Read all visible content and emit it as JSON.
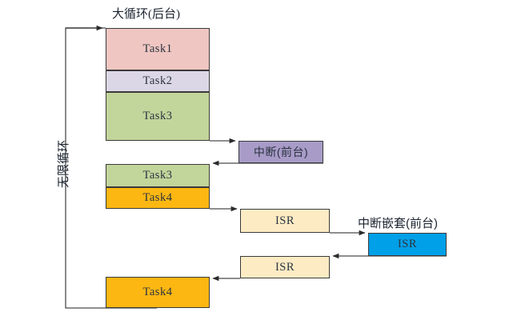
{
  "diagram": {
    "title_top": "大循环(后台)",
    "label_loop": "无限循环",
    "label_interrupt": "中断(前台)",
    "label_nested": "中断嵌套(前台)",
    "footer_note": "",
    "colors": {
      "task1": "#EFC6C2",
      "task2": "#DCD7E6",
      "task3": "#C2D59B",
      "task4": "#FCB712",
      "interrupt": "#A89BC8",
      "isr": "#FDEBC4",
      "isr_nested": "#00A0E8",
      "stroke": "#3a3a3a",
      "arrow": "#4a4a4a"
    },
    "main_column": {
      "name": "大循环(后台)",
      "blocks": [
        {
          "label": "Task1",
          "kind": "task1"
        },
        {
          "label": "Task2",
          "kind": "task2"
        },
        {
          "label": "Task3",
          "kind": "task3"
        },
        {
          "label": "",
          "kind": "gap"
        },
        {
          "label": "Task3",
          "kind": "task3"
        },
        {
          "label": "Task4",
          "kind": "task4"
        },
        {
          "label": "",
          "kind": "gap"
        },
        {
          "label": "Task4",
          "kind": "task4"
        }
      ]
    },
    "interrupt_column": {
      "name": "中断(前台)",
      "blocks": [
        {
          "label": "中断(前台)",
          "kind": "interrupt"
        }
      ]
    },
    "isr_column": {
      "name": "ISR",
      "blocks": [
        {
          "label": "ISR",
          "kind": "isr"
        },
        {
          "label": "",
          "kind": "gap"
        },
        {
          "label": "ISR",
          "kind": "isr"
        }
      ]
    },
    "nested_column": {
      "name": "中断嵌套(前台)",
      "blocks": [
        {
          "label": "ISR",
          "kind": "isr_nested"
        }
      ]
    }
  }
}
